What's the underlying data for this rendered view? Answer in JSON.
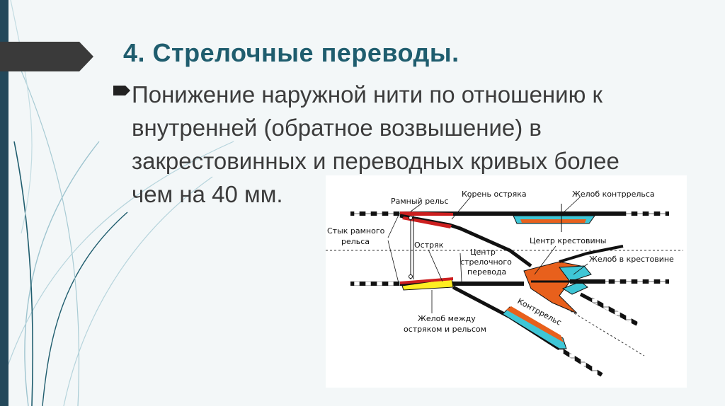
{
  "slide": {
    "title": "4. Стрелочные переводы.",
    "body": "Понижение наружной нити по отношению к\nвнутренней (обратное возвышение) в\nзакрестовинных и переводных кривых более\nчем на 40 мм."
  },
  "diagram": {
    "labels": {
      "stock_rail": "Рамный рельс",
      "switch_heel": "Корень остряка",
      "guard_rail_flangeway": "Желоб контррельса",
      "stock_rail_joint_1": "Стык рамного",
      "stock_rail_joint_2": "рельса",
      "switch_point": "Остряк",
      "frog_center": "Центр крестовины",
      "switch_center_1": "Центр",
      "switch_center_2": "стрелочного",
      "switch_center_3": "перевода",
      "frog_flangeway": "Желоб в крестовине",
      "guard_rail": "Контррельс",
      "point_flangeway_1": "Желоб между",
      "point_flangeway_2": "остряком и рельсом"
    }
  },
  "colors": {
    "title": "#1f5d6e",
    "left_stripe": "#23485a",
    "rail_red": "#cc1f1f",
    "point_yellow": "#ffee22",
    "flangeway_cyan": "#3ec6d6",
    "frog_orange": "#e8601c"
  }
}
